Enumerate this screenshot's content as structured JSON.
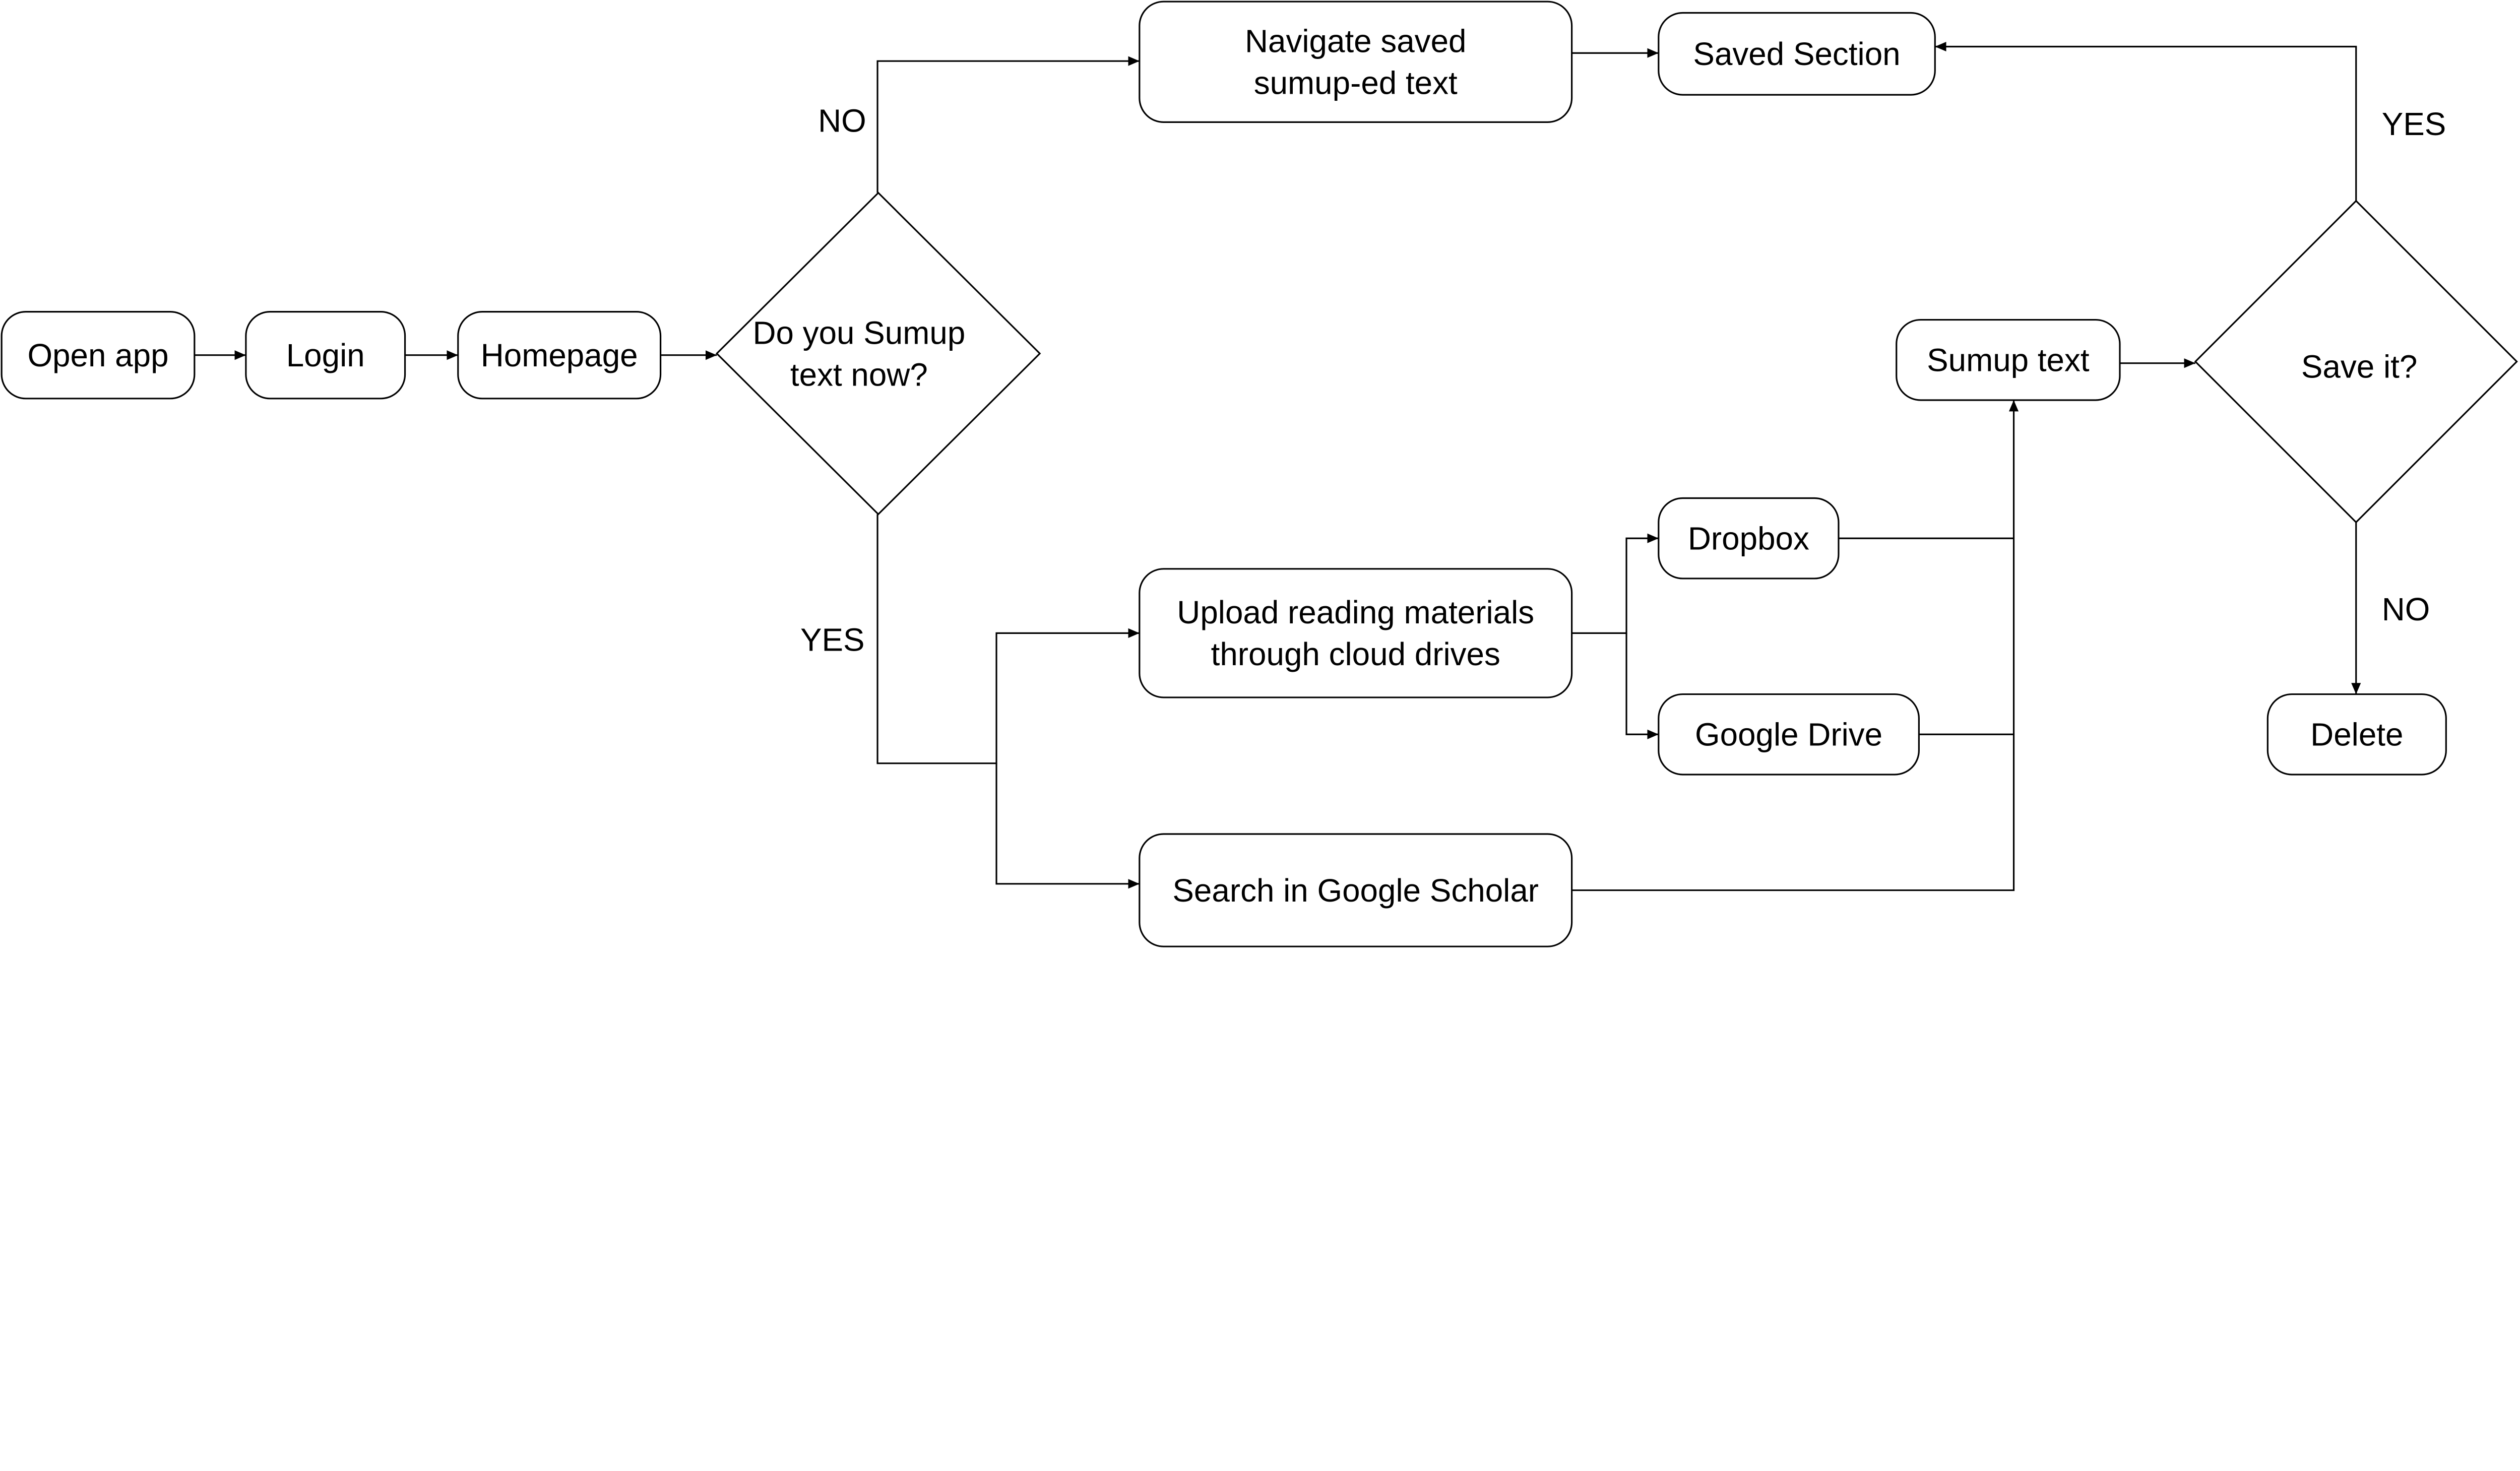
{
  "diagram": {
    "nodes": [
      {
        "id": "open_app",
        "shape": "rounded-rect",
        "lines": [
          "Open app"
        ]
      },
      {
        "id": "login",
        "shape": "rounded-rect",
        "lines": [
          "Login"
        ]
      },
      {
        "id": "homepage",
        "shape": "rounded-rect",
        "lines": [
          "Homepage"
        ]
      },
      {
        "id": "decision_sumup",
        "shape": "diamond",
        "lines": [
          "Do you Sumup",
          "text now?"
        ]
      },
      {
        "id": "navigate_saved",
        "shape": "rounded-rect",
        "lines": [
          "Navigate saved",
          "sumup-ed text"
        ]
      },
      {
        "id": "saved_section",
        "shape": "rounded-rect",
        "lines": [
          "Saved Section"
        ]
      },
      {
        "id": "upload",
        "shape": "rounded-rect",
        "lines": [
          "Upload reading materials",
          "through cloud drives"
        ]
      },
      {
        "id": "search_scholar",
        "shape": "rounded-rect",
        "lines": [
          "Search in Google Scholar"
        ]
      },
      {
        "id": "dropbox",
        "shape": "rounded-rect",
        "lines": [
          "Dropbox"
        ]
      },
      {
        "id": "google_drive",
        "shape": "rounded-rect",
        "lines": [
          "Google Drive"
        ]
      },
      {
        "id": "sumup_text",
        "shape": "rounded-rect",
        "lines": [
          "Sumup text"
        ]
      },
      {
        "id": "decision_save",
        "shape": "diamond",
        "lines": [
          "Save it?"
        ]
      },
      {
        "id": "delete",
        "shape": "rounded-rect",
        "lines": [
          "Delete"
        ]
      }
    ],
    "edges": [
      {
        "from": "open_app",
        "to": "login",
        "label": ""
      },
      {
        "from": "login",
        "to": "homepage",
        "label": ""
      },
      {
        "from": "homepage",
        "to": "decision_sumup",
        "label": ""
      },
      {
        "from": "decision_sumup",
        "to": "navigate_saved",
        "label": "NO"
      },
      {
        "from": "navigate_saved",
        "to": "saved_section",
        "label": ""
      },
      {
        "from": "decision_sumup",
        "to": "upload",
        "label": "YES"
      },
      {
        "from": "decision_sumup",
        "to": "search_scholar",
        "label": ""
      },
      {
        "from": "upload",
        "to": "dropbox",
        "label": ""
      },
      {
        "from": "upload",
        "to": "google_drive",
        "label": ""
      },
      {
        "from": "dropbox",
        "to": "sumup_text",
        "label": ""
      },
      {
        "from": "google_drive",
        "to": "sumup_text",
        "label": ""
      },
      {
        "from": "search_scholar",
        "to": "sumup_text",
        "label": ""
      },
      {
        "from": "sumup_text",
        "to": "decision_save",
        "label": ""
      },
      {
        "from": "decision_save",
        "to": "saved_section",
        "label": "YES"
      },
      {
        "from": "decision_save",
        "to": "delete",
        "label": "NO"
      }
    ]
  }
}
